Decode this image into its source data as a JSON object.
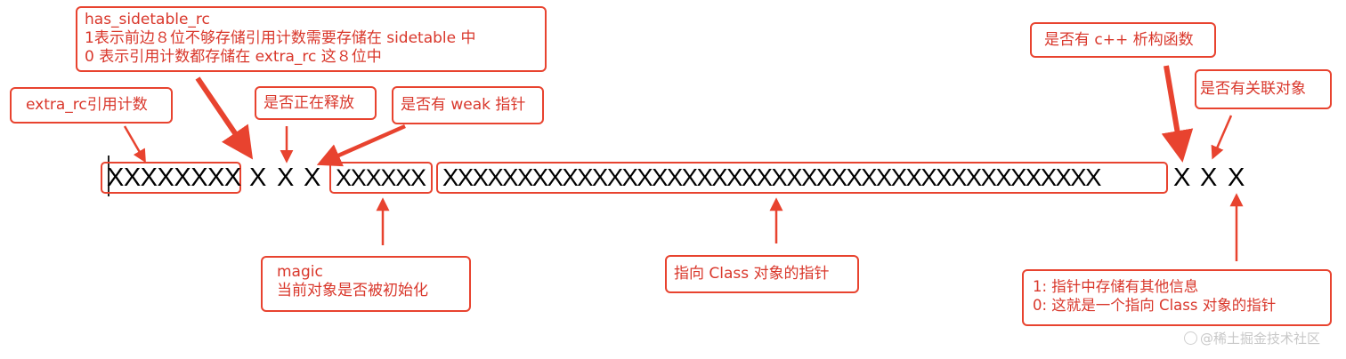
{
  "labels": {
    "has_sidetable_rc": {
      "title": "has_sidetable_rc",
      "line1": "1表示前边８位不够存储引用计数需要存储在 sidetable 中",
      "line2": "0 表示引用计数都存储在 extra_rc 这８位中"
    },
    "extra_rc": "extra_rc引用计数",
    "deallocating": "是否正在释放",
    "weak": "是否有 weak 指针",
    "cpp_dtor": "是否有 c++ 析构函数",
    "assoc": "是否有关联对象",
    "magic": {
      "title": "magic",
      "desc": "当前对象是否被初始化"
    },
    "class_ptr": "指向 Class 对象的指针",
    "nonpointer": {
      "line1": "1:   指针中存储有其他信息",
      "line2": "0:    这就是一个指向 Class 对象的指针"
    }
  },
  "bits": {
    "extra_rc": "XXXXXXXX",
    "has_sidetable_rc": "X",
    "deallocating": "X",
    "weakly_referenced": "X",
    "magic": "XXXXXX",
    "shiftcls": "XXXXXXXXXXXXXXXXXXXXXXXXXXXXXXXXXXXXXXXXXXXX",
    "has_cxx_dtor": "X",
    "has_assoc": "X",
    "nonpointer": "X"
  },
  "watermark": "@稀土掘金技术社区",
  "colors": {
    "accent": "#e8432f",
    "text": "#d9372b",
    "bits": "#000000"
  }
}
